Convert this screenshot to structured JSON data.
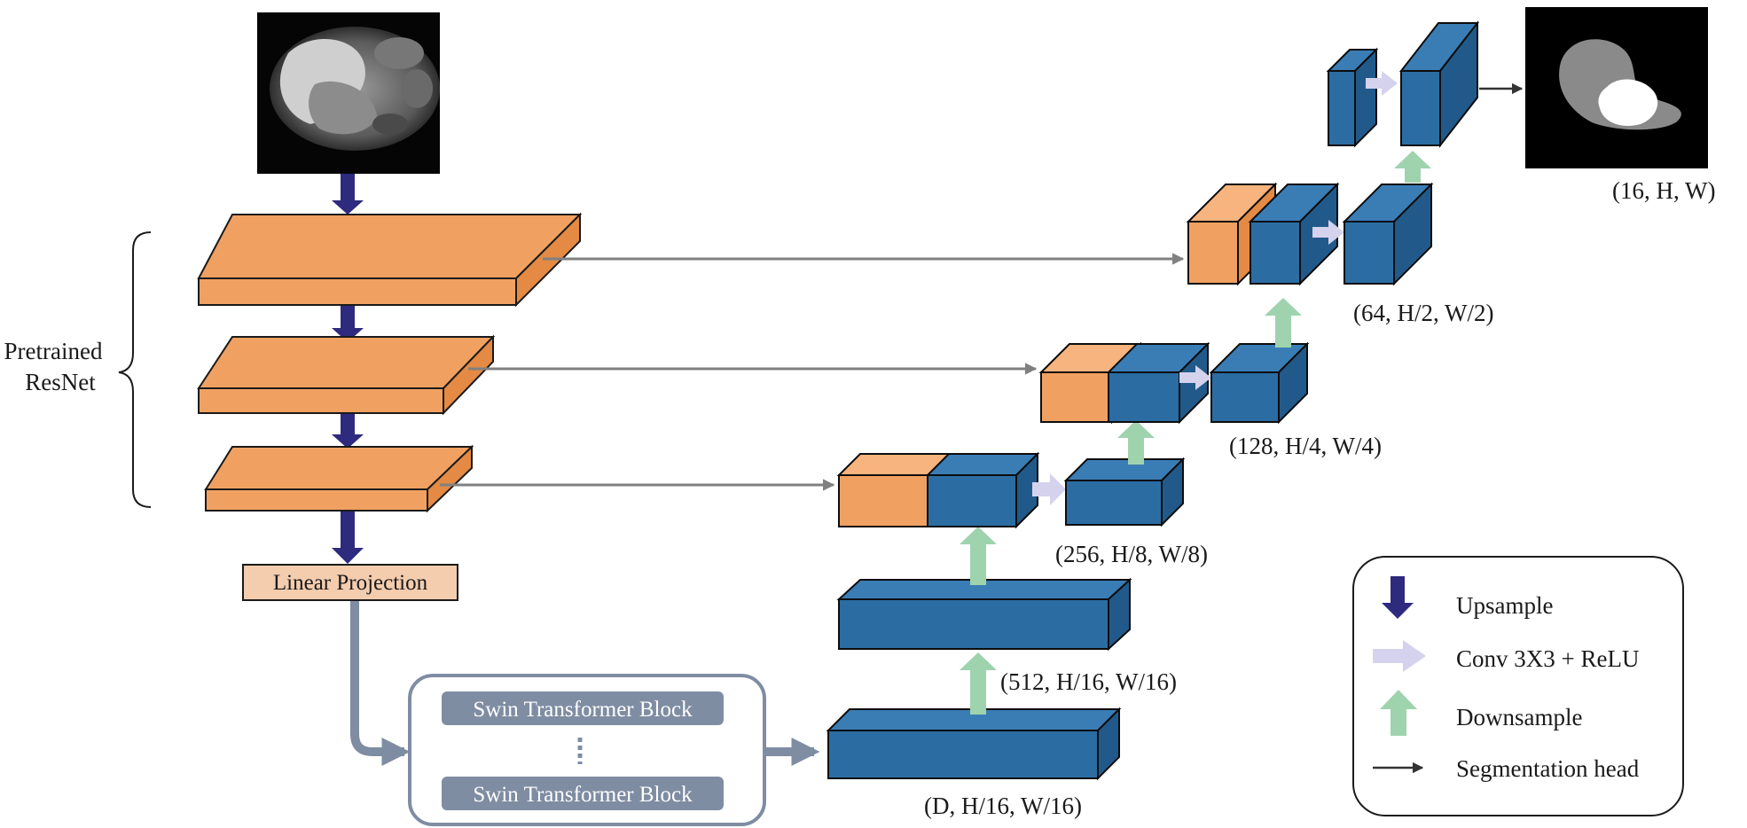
{
  "colors": {
    "orange": "#F0A162",
    "blue": "#2B6DA3",
    "upsample": "#2E2A7E",
    "conv": "#D5D2EE",
    "downsample": "#9ED3AE",
    "skip": "#808080",
    "transformer_fill": "#7F8DA3",
    "projection_fill": "#F4CCAE"
  },
  "labels": {
    "pretrained": [
      "Pretrained",
      "ResNet"
    ],
    "linear_projection": "Linear Projection",
    "swin_block_top": "Swin Transformer Block",
    "swin_block_bottom": "Swin Transformer Block",
    "dim_16": "(16, H, W)",
    "dim_64": "(64, H/2, W/2)",
    "dim_128": "(128, H/4, W/4)",
    "dim_256": "(256, H/8, W/8)",
    "dim_512": "(512, H/16, W/16)",
    "dim_D": "(D, H/16, W/16)"
  },
  "legend": {
    "items": [
      {
        "icon": "upsample-arrow-icon",
        "label": "Upsample"
      },
      {
        "icon": "conv-arrow-icon",
        "label": "Conv 3X3 + ReLU"
      },
      {
        "icon": "downsample-arrow-icon",
        "label": "Downsample"
      },
      {
        "icon": "segmentation-head-arrow-icon",
        "label": "Segmentation head"
      }
    ]
  },
  "images": {
    "input": "input-mri-slice-image",
    "output": "output-segmentation-mask-image"
  }
}
